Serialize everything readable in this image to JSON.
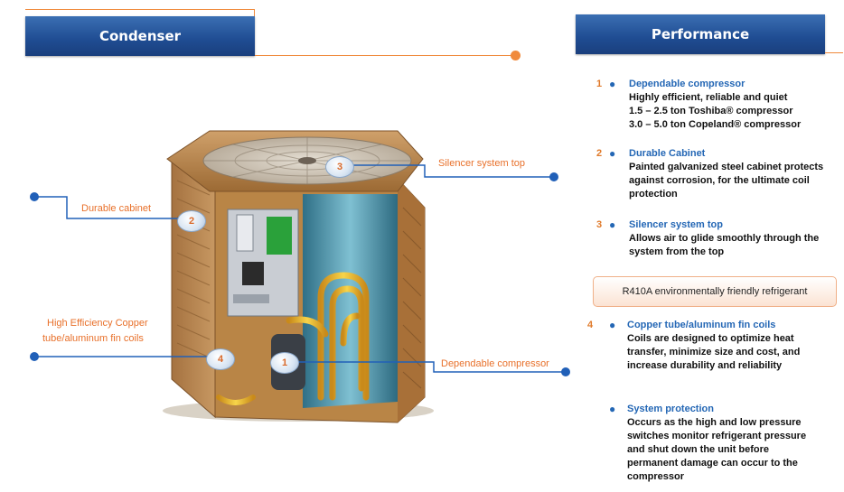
{
  "headers": {
    "condenser": "Condenser",
    "performance": "Performance"
  },
  "callouts": {
    "silencer": {
      "label": "Silencer system top",
      "num": "3"
    },
    "cabinet": {
      "label": "Durable cabinet",
      "num": "2"
    },
    "copper": {
      "label_line1": "High Efficiency Copper",
      "label_line2": "tube/aluminum fin coils",
      "num": "4"
    },
    "compressor": {
      "label": "Dependable compressor",
      "num": "1"
    }
  },
  "performance": [
    {
      "num": "1",
      "title": "Dependable  compressor",
      "body": [
        "Highly efficient, reliable and quiet",
        "1.5 – 2.5 ton Toshiba® compressor",
        "3.0 – 5.0 ton Copeland® compressor"
      ]
    },
    {
      "num": "2",
      "title": "Durable Cabinet",
      "body": [
        "Painted galvanized steel cabinet protects",
        "against corrosion, for the ultimate coil",
        "protection"
      ]
    },
    {
      "num": "3",
      "title": "Silencer system top",
      "body": [
        "Allows air to glide smoothly through the",
        "system from the top"
      ]
    },
    {
      "num": "4",
      "title": "Copper tube/aluminum fin coils",
      "body": [
        "Coils are designed to optimize heat",
        "transfer, minimize size and cost, and",
        "increase durability and reliability"
      ]
    },
    {
      "num": "",
      "title": "System  protection",
      "body": [
        "Occurs as the high and low pressure",
        "switches monitor refrigerant pressure",
        "and shut down the unit before",
        "permanent damage can occur to the",
        "compressor"
      ]
    }
  ],
  "refrigerant_note": "R410A environmentally friendly refrigerant",
  "colors": {
    "accent_orange": "#f08a3c",
    "header_blue": "#1f4c92",
    "title_blue": "#2467b5",
    "cabinet_brown": "#b07a3c"
  }
}
